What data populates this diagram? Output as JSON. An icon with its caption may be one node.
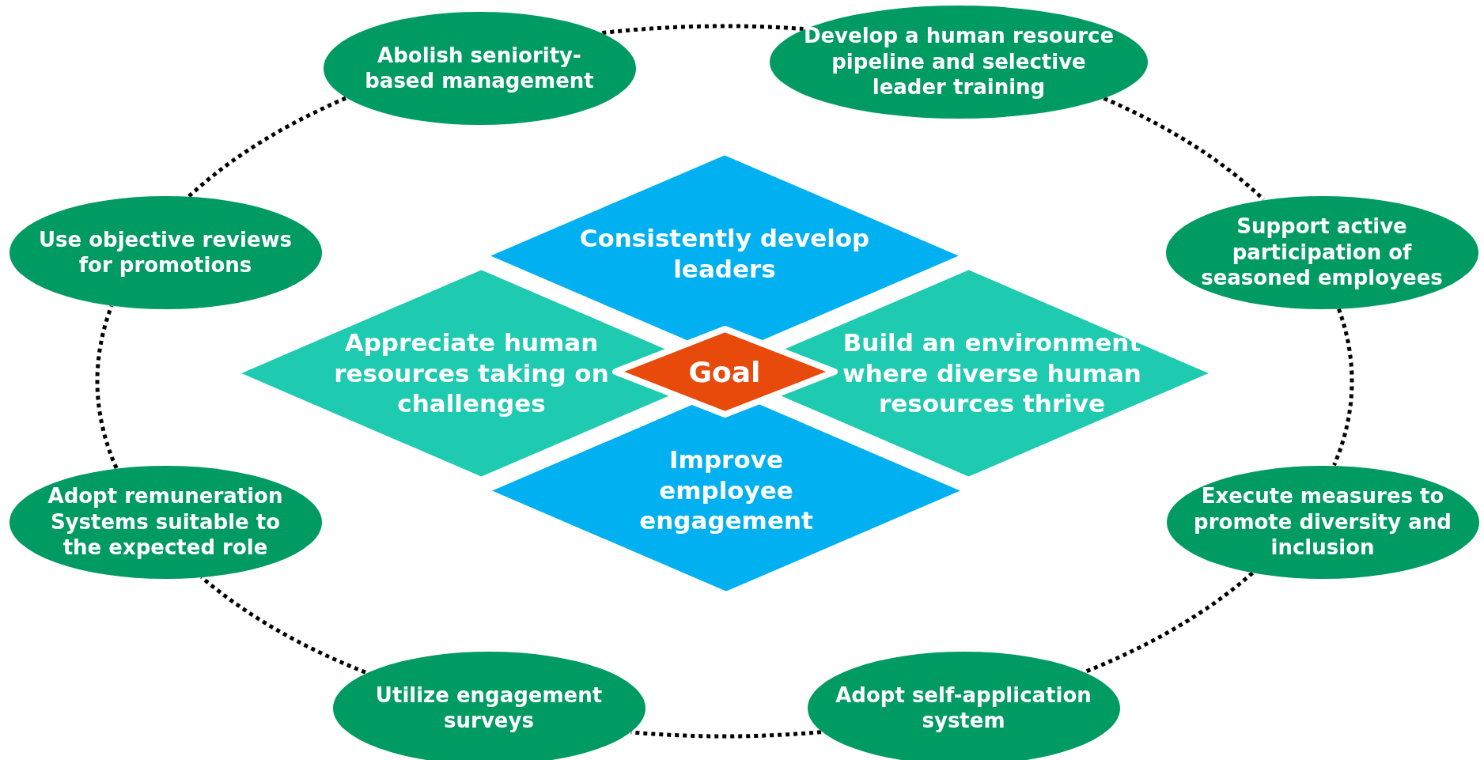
{
  "diagram": {
    "nodes": [
      {
        "text": [
          "Abolish seniority-based management"
        ]
      },
      {
        "text": [
          "Develop a human resource pipeline and selective leader training"
        ]
      },
      {
        "text": [
          "Use objective reviews for promotions"
        ]
      },
      {
        "text": [
          "Support active participation of seasoned employees"
        ]
      },
      {
        "text": [
          "Consistently develop leaders"
        ]
      },
      {
        "text": [
          "Appreciate human resources taking on challenges"
        ]
      },
      {
        "text": [
          "Goal"
        ]
      },
      {
        "text": [
          "Build an environment where diverse human resources thrive"
        ]
      },
      {
        "text": [
          "Improve employee engagement"
        ]
      },
      {
        "text": [
          "Adopt remuneration Systems suitable to the expected role"
        ]
      },
      {
        "text": [
          "Execute measures to promote diversity and inclusion"
        ]
      },
      {
        "text": [
          "Utilize engagement surveys"
        ]
      },
      {
        "text": [
          "Adopt self-application system"
        ]
      }
    ],
    "edges": [
      {
        "from": 0,
        "to": 1,
        "arrow": "none"
      },
      {
        "from": 1,
        "to": 3,
        "arrow": "none"
      },
      {
        "from": 3,
        "to": 10,
        "arrow": "none"
      },
      {
        "from": 10,
        "to": 12,
        "arrow": "none"
      },
      {
        "from": 12,
        "to": 11,
        "arrow": "none"
      },
      {
        "from": 11,
        "to": 9,
        "arrow": "none"
      },
      {
        "from": 9,
        "to": 2,
        "arrow": "none"
      },
      {
        "from": 2,
        "to": 0,
        "arrow": "none"
      }
    ]
  }
}
